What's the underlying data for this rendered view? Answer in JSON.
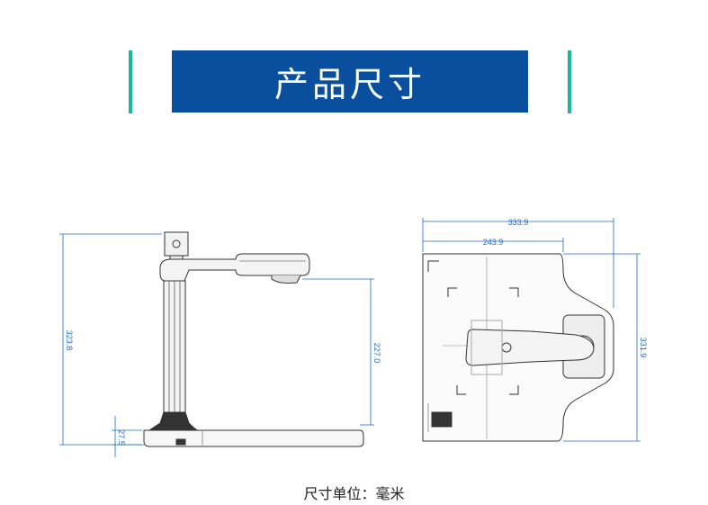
{
  "header": {
    "title": "产品尺寸"
  },
  "side_view": {
    "total_height": "323.8",
    "camera_height": "227.0",
    "base_height": "27.5"
  },
  "top_view": {
    "overall_width": "333.9",
    "inner_width": "243.9",
    "depth": "331.9"
  },
  "footer": {
    "unit_label": "尺寸单位：毫米"
  },
  "colors": {
    "banner": "#0a4f9e",
    "accent": "#1db79b",
    "dimension": "#1f6cc4",
    "outline": "#333333"
  }
}
